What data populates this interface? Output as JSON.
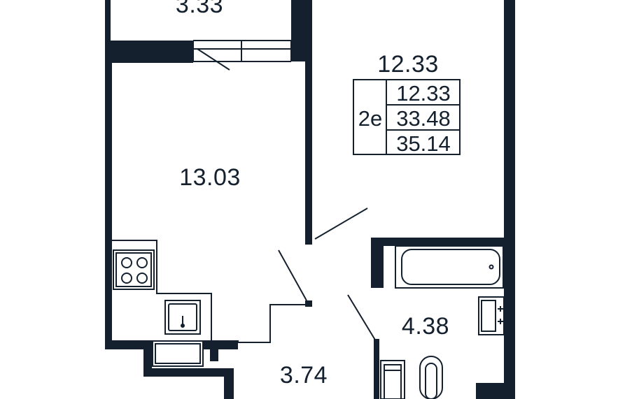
{
  "rooms": {
    "balcony_area": "3.33",
    "kitchen_living_area": "13.03",
    "bedroom_area": "12.33",
    "hallway_area": "3.74",
    "bathroom_area": "4.38"
  },
  "summary": {
    "label": "2e",
    "living_area": "12.33",
    "area_without_balcony": "33.48",
    "total_area": "35.14"
  },
  "colors": {
    "wall": "#14202e",
    "background": "#ffffff"
  },
  "icons": [
    "stove-icon",
    "sink-icon",
    "bathtub-icon",
    "toilet-icon",
    "washbasin-icon",
    "washing-machine-icon"
  ]
}
